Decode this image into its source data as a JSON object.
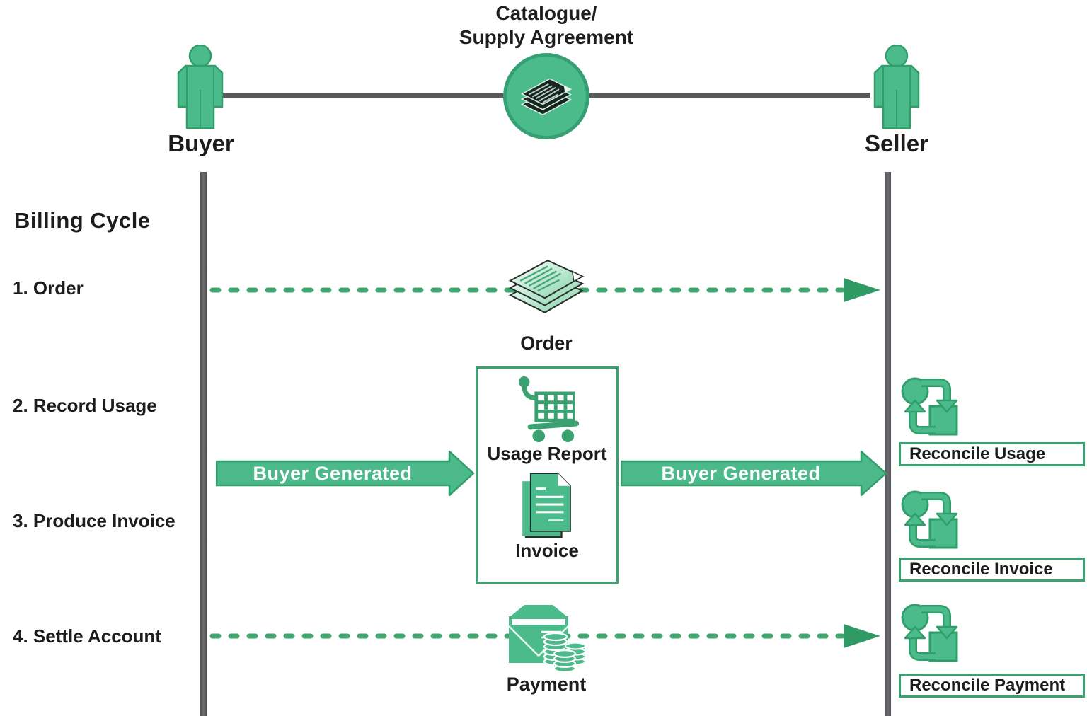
{
  "header": {
    "title_line1": "Catalogue/",
    "title_line2": "Supply Agreement"
  },
  "actors": {
    "buyer": "Buyer",
    "seller": "Seller"
  },
  "billing": {
    "heading": "Billing Cycle",
    "steps": [
      {
        "label": "1. Order"
      },
      {
        "label": "2. Record Usage"
      },
      {
        "label": "3. Produce Invoice"
      },
      {
        "label": "4. Settle Account"
      }
    ]
  },
  "flow": {
    "order_label": "Order",
    "usage_report_label": "Usage Report",
    "invoice_label": "Invoice",
    "payment_label": "Payment",
    "buyer_generated_left": "Buyer Generated",
    "buyer_generated_right": "Buyer Generated"
  },
  "reconcile": {
    "usage": "Reconcile Usage",
    "invoice": "Reconcile Invoice",
    "payment": "Reconcile Payment"
  },
  "icons": {
    "catalogue": "stacked-documents-icon",
    "buyer": "person-icon",
    "seller": "person-icon",
    "order": "stacked-papers-icon",
    "usage": "shopping-cart-icon",
    "invoice": "document-icon",
    "payment": "envelope-coins-icon",
    "reconcile": "sync-circle-square-icon"
  },
  "colors": {
    "green": "#4cbb8c",
    "green_dark": "#2f9e68",
    "green_dash": "#3fa56f",
    "green_border": "#3aa270",
    "line_gray": "#58595b",
    "text": "#1c1c1c",
    "arrow_text": "#ffffff"
  }
}
